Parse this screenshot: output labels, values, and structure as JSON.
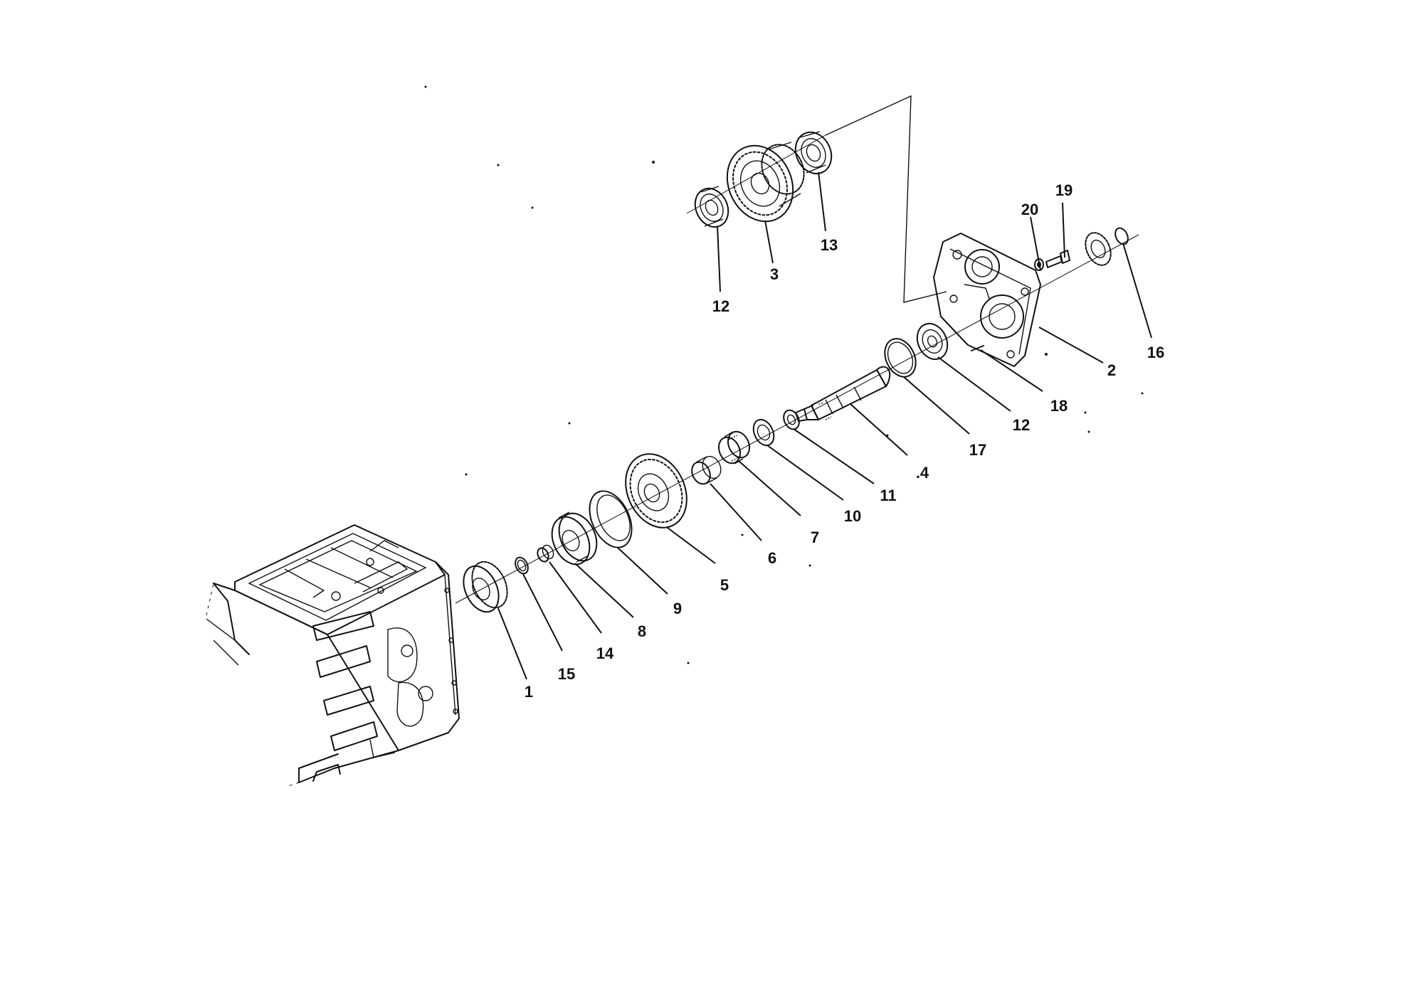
{
  "colors": {
    "ink": "#111111",
    "paper": "#ffffff"
  },
  "parts": [
    {
      "id": "1"
    },
    {
      "id": "2"
    },
    {
      "id": "3"
    },
    {
      "id": "4",
      "text": ".4"
    },
    {
      "id": "5"
    },
    {
      "id": "6"
    },
    {
      "id": "7"
    },
    {
      "id": "8"
    },
    {
      "id": "9"
    },
    {
      "id": "10"
    },
    {
      "id": "11"
    },
    {
      "id": "12"
    },
    {
      "id": "13"
    },
    {
      "id": "14"
    },
    {
      "id": "15"
    },
    {
      "id": "16"
    },
    {
      "id": "17"
    },
    {
      "id": "18"
    },
    {
      "id": "19"
    },
    {
      "id": "20"
    }
  ],
  "labels": {
    "p1": "1",
    "p2": "2",
    "p3": "3",
    "p4": ".4",
    "p5": "5",
    "p6": "6",
    "p7": "7",
    "p8": "8",
    "p9": "9",
    "p10": "10",
    "p11": "11",
    "p12_upper": "12",
    "p12_lower": "12",
    "p13": "13",
    "p14": "14",
    "p15": "15",
    "p16": "16",
    "p17": "17",
    "p18": "18",
    "p19": "19",
    "p20": "20"
  }
}
